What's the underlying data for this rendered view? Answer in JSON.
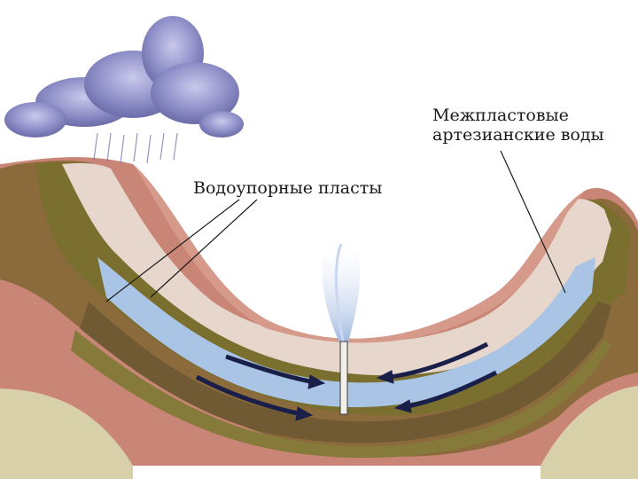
{
  "labels": {
    "aquitard_layers": "Водоупорные пласты",
    "artesian_line1": "Межпластовые",
    "artesian_line2": "артезианские воды"
  },
  "colors": {
    "outer_clay": "#c98576",
    "inner_clay": "#d69a8a",
    "brown_band": "#8b6a3c",
    "olive_band": "#7a6f2e",
    "water": "#a9c4e4",
    "light_band": "#e6d6cc",
    "bedrock": "#d8d0a8",
    "cloud": "#8e8fc6",
    "arrow": "#1a1f4a"
  },
  "icons": {
    "cloud": "rain-cloud-icon",
    "fountain": "fountain-icon",
    "well": "well-pipe-icon",
    "flow": "flow-arrow-icon"
  }
}
